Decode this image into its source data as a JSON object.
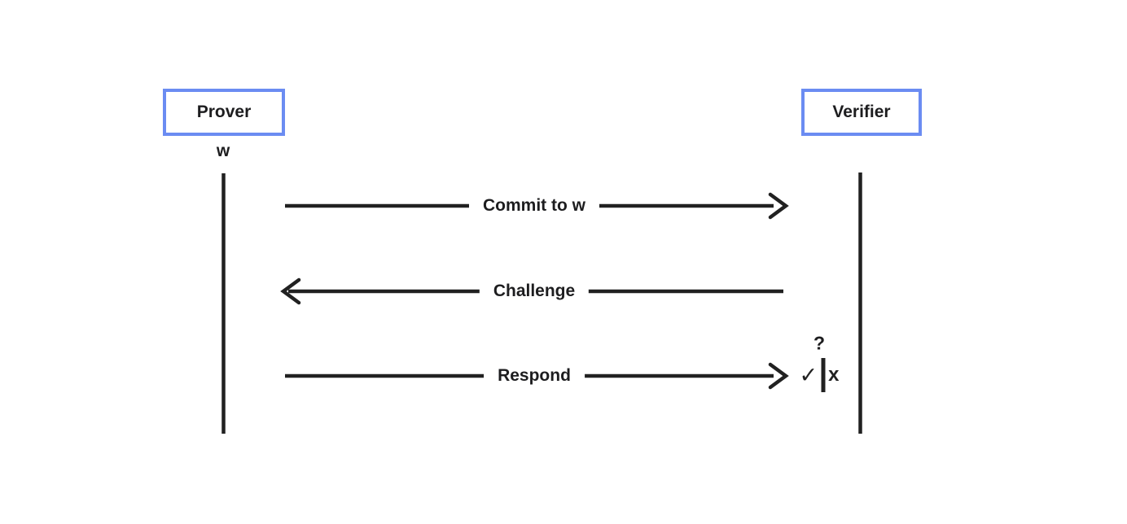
{
  "diagram": {
    "type": "sequence",
    "actors": [
      {
        "label": "Prover",
        "annotation": "w"
      },
      {
        "label": "Verifier"
      }
    ],
    "messages": [
      {
        "label": "Commit to w",
        "direction": "prover-to-verifier"
      },
      {
        "label": "Challenge",
        "direction": "verifier-to-prover"
      },
      {
        "label": "Respond",
        "direction": "prover-to-verifier"
      }
    ],
    "verdict": {
      "question": "?",
      "accept": "✓",
      "divider": "|",
      "reject": "x"
    },
    "colors": {
      "box_border": "#6b8cf2",
      "stroke": "#212121",
      "text": "#1d1d1f",
      "background": "#ffffff"
    }
  }
}
